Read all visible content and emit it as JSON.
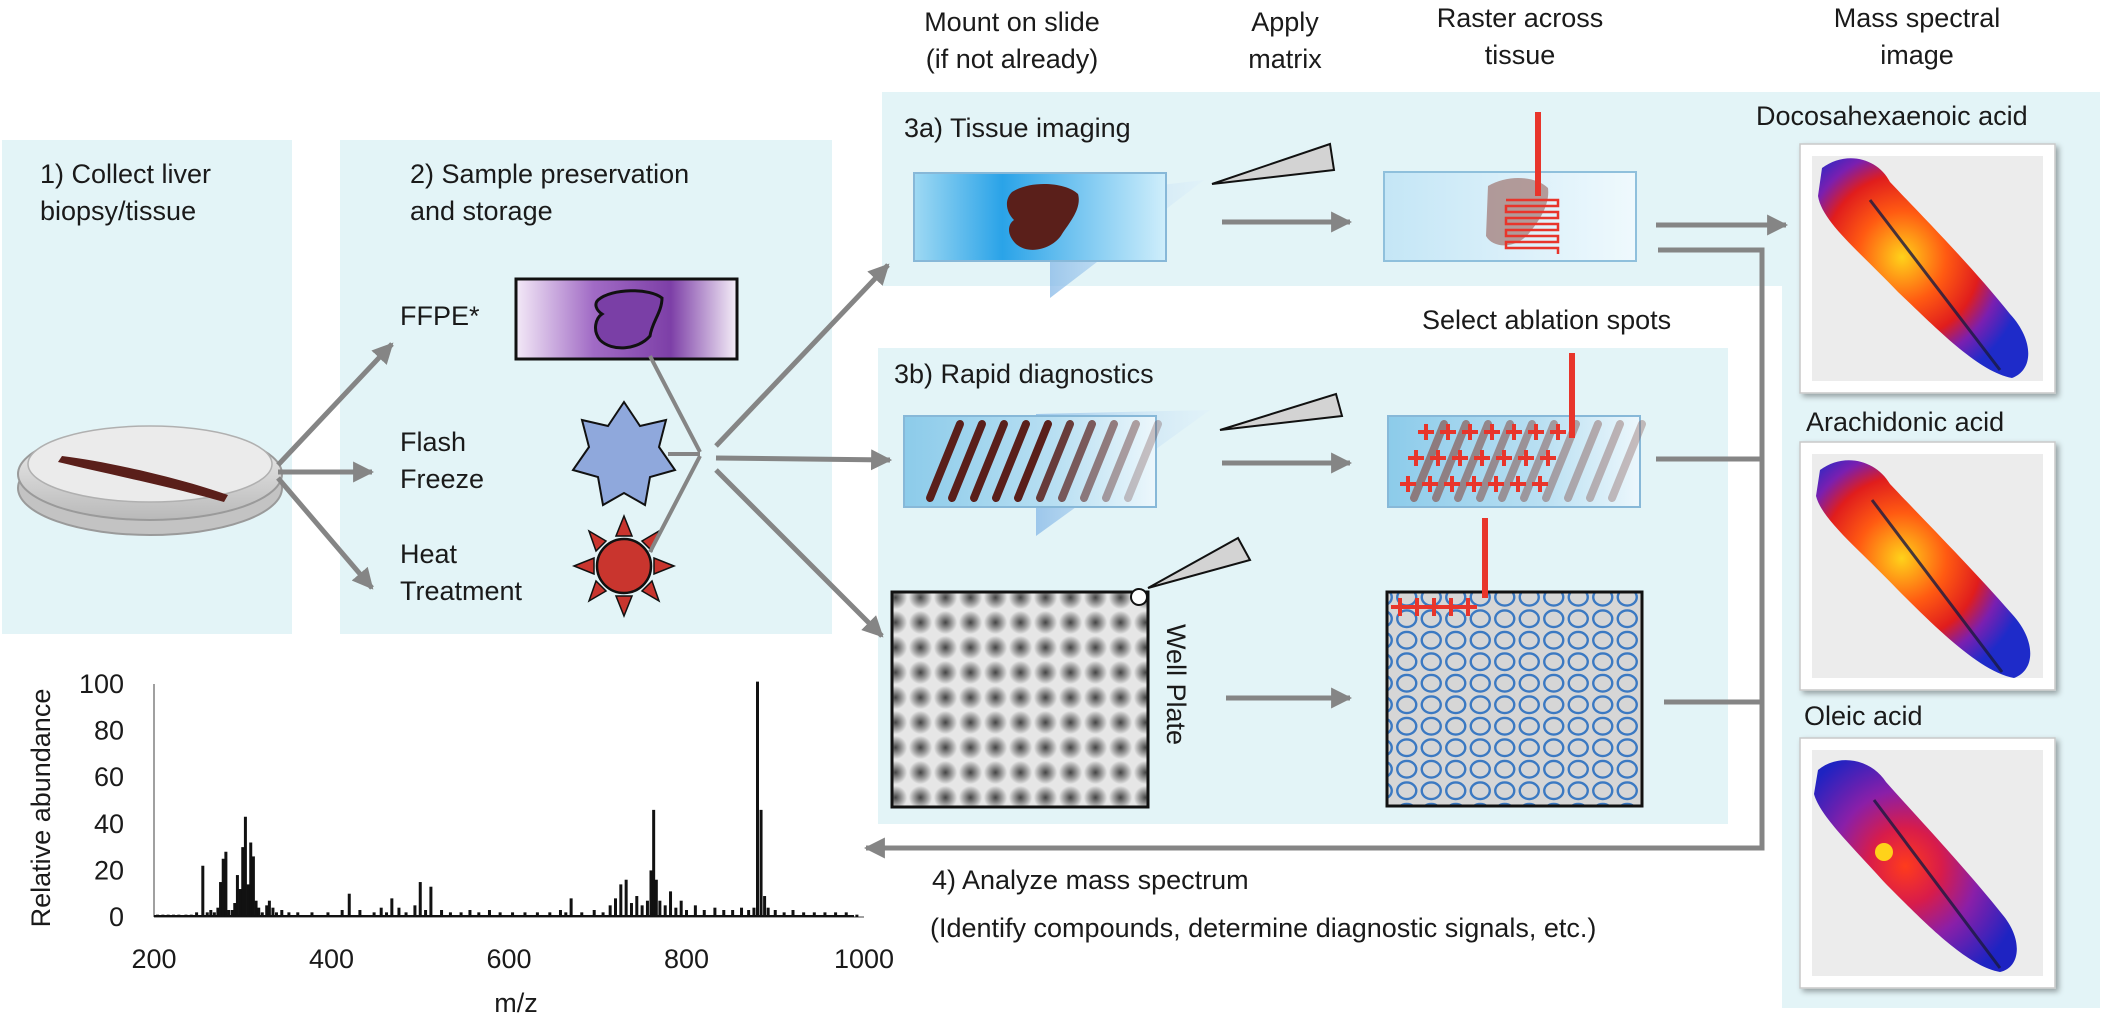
{
  "headers": {
    "mount": "Mount on slide\n(if not already)",
    "matrix": "Apply\nmatrix",
    "raster": "Raster across\ntissue",
    "image": "Mass spectral\nimage"
  },
  "steps": {
    "collect": "1) Collect liver\nbiopsy/tissue",
    "preserve": "2) Sample preservation\nand storage",
    "tissue_imaging": "3a) Tissue imaging",
    "rapid": "3b) Rapid diagnostics",
    "analyze": "4) Analyze mass spectrum",
    "analyze_sub": "(Identify compounds, determine diagnostic signals, etc.)"
  },
  "preservation": {
    "ffpe": "FFPE*",
    "flash": "Flash\nFreeze",
    "heat": "Heat\nTreatment"
  },
  "labels": {
    "ablation": "Select ablation spots",
    "well_plate": "Well Plate"
  },
  "compounds": [
    "Docosahexaenoic acid",
    "Arachidonic acid",
    "Oleic acid"
  ],
  "colors": {
    "panel_bg": "#e3f4f7",
    "arrow": "#858585",
    "tissue": "#5a1f1a",
    "laser": "#e8352b",
    "ffpe": "#7a3fa6",
    "flash": "#8fa8dc",
    "heat": "#c9352e",
    "well_ring": "#3b79c2"
  },
  "chart_data": {
    "type": "bar",
    "xlabel": "m/z",
    "ylabel": "Relative abundance",
    "xlim": [
      200,
      1000
    ],
    "ylim": [
      0,
      100
    ],
    "xticks": [
      200,
      400,
      600,
      800,
      1000
    ],
    "yticks": [
      0,
      20,
      40,
      60,
      80,
      100
    ],
    "peaks": [
      [
        204,
        1
      ],
      [
        210,
        1
      ],
      [
        216,
        1
      ],
      [
        222,
        1
      ],
      [
        228,
        1
      ],
      [
        236,
        1
      ],
      [
        242,
        1
      ],
      [
        248,
        2
      ],
      [
        255,
        22
      ],
      [
        260,
        2
      ],
      [
        264,
        3
      ],
      [
        268,
        2
      ],
      [
        272,
        4
      ],
      [
        275,
        15
      ],
      [
        278,
        25
      ],
      [
        281,
        28
      ],
      [
        284,
        3
      ],
      [
        288,
        3
      ],
      [
        291,
        6
      ],
      [
        294,
        18
      ],
      [
        297,
        12
      ],
      [
        300,
        30
      ],
      [
        303,
        43
      ],
      [
        306,
        14
      ],
      [
        309,
        32
      ],
      [
        312,
        26
      ],
      [
        315,
        7
      ],
      [
        318,
        4
      ],
      [
        322,
        2
      ],
      [
        327,
        5
      ],
      [
        330,
        7
      ],
      [
        334,
        4
      ],
      [
        338,
        2
      ],
      [
        344,
        3
      ],
      [
        352,
        2
      ],
      [
        362,
        2
      ],
      [
        378,
        2
      ],
      [
        396,
        2
      ],
      [
        412,
        3
      ],
      [
        420,
        10
      ],
      [
        432,
        3
      ],
      [
        448,
        2
      ],
      [
        456,
        4
      ],
      [
        462,
        2
      ],
      [
        468,
        8
      ],
      [
        476,
        4
      ],
      [
        484,
        2
      ],
      [
        494,
        5
      ],
      [
        500,
        15
      ],
      [
        506,
        3
      ],
      [
        512,
        13
      ],
      [
        524,
        3
      ],
      [
        534,
        2
      ],
      [
        546,
        2
      ],
      [
        556,
        3
      ],
      [
        566,
        2
      ],
      [
        578,
        3
      ],
      [
        590,
        2
      ],
      [
        604,
        2
      ],
      [
        618,
        2
      ],
      [
        632,
        2
      ],
      [
        646,
        2
      ],
      [
        658,
        3
      ],
      [
        664,
        2
      ],
      [
        670,
        8
      ],
      [
        682,
        2
      ],
      [
        696,
        3
      ],
      [
        706,
        2
      ],
      [
        714,
        5
      ],
      [
        720,
        8
      ],
      [
        726,
        14
      ],
      [
        732,
        16
      ],
      [
        738,
        6
      ],
      [
        744,
        9
      ],
      [
        750,
        5
      ],
      [
        756,
        7
      ],
      [
        760,
        20
      ],
      [
        763,
        46
      ],
      [
        766,
        16
      ],
      [
        770,
        7
      ],
      [
        776,
        5
      ],
      [
        782,
        11
      ],
      [
        788,
        4
      ],
      [
        794,
        7
      ],
      [
        800,
        3
      ],
      [
        810,
        5
      ],
      [
        820,
        3
      ],
      [
        832,
        4
      ],
      [
        842,
        3
      ],
      [
        852,
        3
      ],
      [
        862,
        4
      ],
      [
        870,
        3
      ],
      [
        876,
        4
      ],
      [
        880,
        101
      ],
      [
        884,
        46
      ],
      [
        888,
        9
      ],
      [
        892,
        4
      ],
      [
        900,
        3
      ],
      [
        910,
        2
      ],
      [
        920,
        3
      ],
      [
        932,
        2
      ],
      [
        944,
        2
      ],
      [
        956,
        2
      ],
      [
        968,
        2
      ],
      [
        980,
        2
      ],
      [
        992,
        1
      ]
    ]
  }
}
